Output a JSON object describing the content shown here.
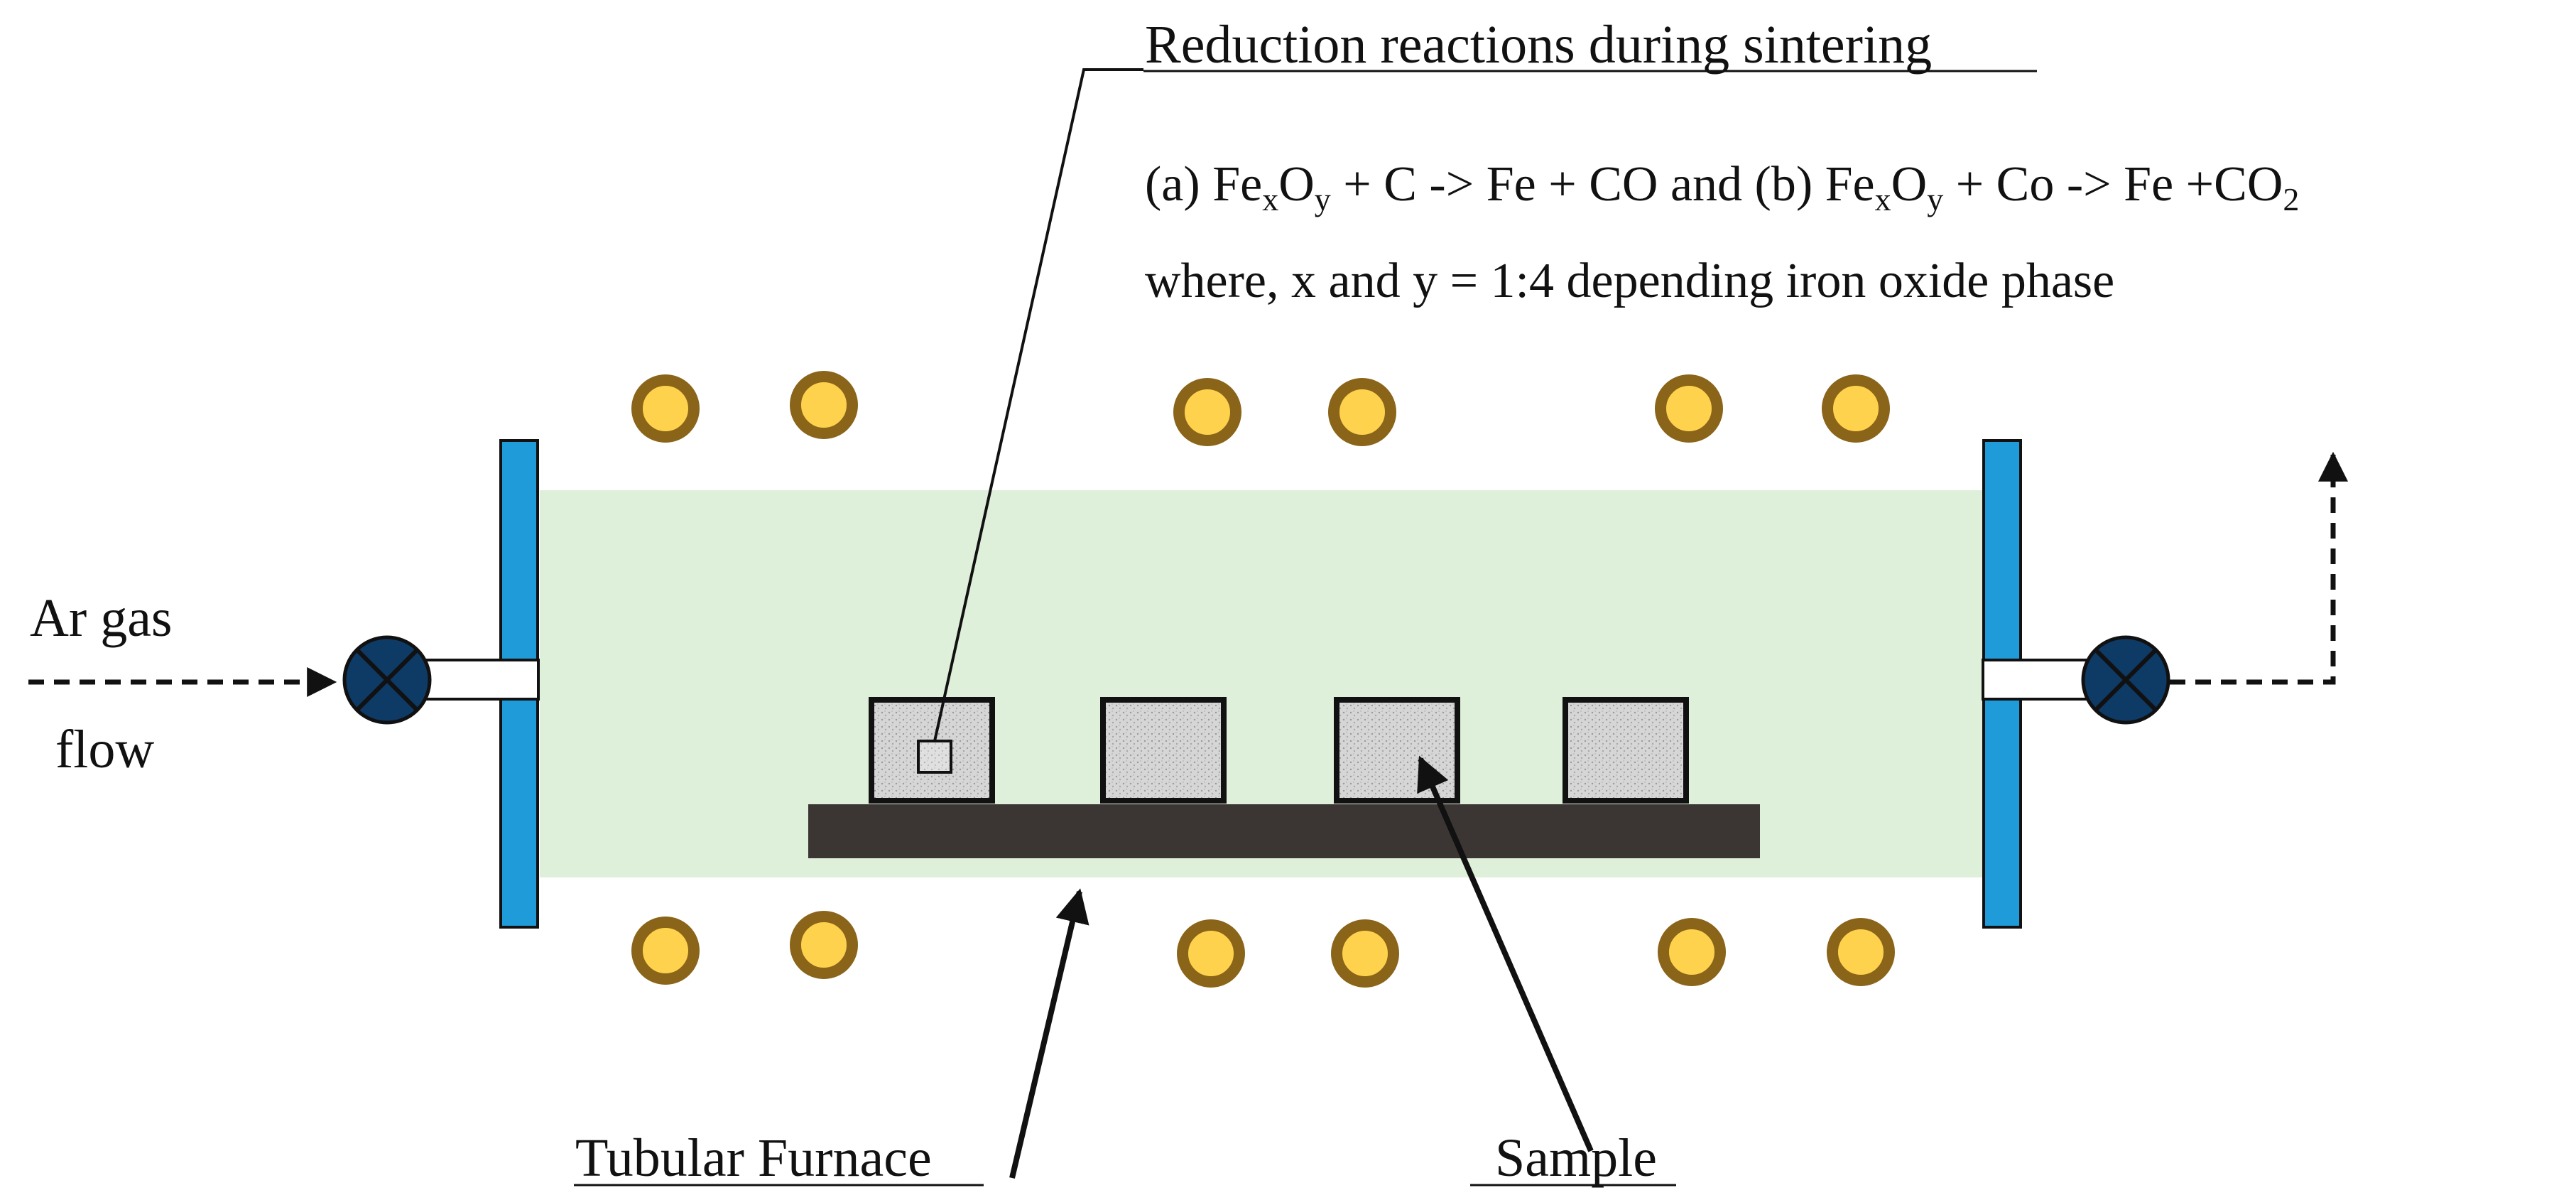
{
  "title": "Reduction reactions during sintering",
  "equation": {
    "a_prefix": "(a) Fe",
    "a_sub1": "x",
    "a_mid": "O",
    "a_sub2": "y",
    "a_rest": " + C -> Fe + CO and (b) Fe",
    "b_sub1": "x",
    "b_mid": "O",
    "b_sub2": "y",
    "b_rest": " + Co -> Fe +CO",
    "b_sub3": "2"
  },
  "note": "where, x and y = 1:4 depending iron oxide phase",
  "labels": {
    "gas_line1": "Ar gas",
    "gas_line2": "flow",
    "furnace": "Tubular Furnace",
    "sample": "Sample"
  },
  "colors": {
    "tube_fill": "#dff0da",
    "end_cap": "#1f9bd9",
    "valve": "#0e3a66",
    "heater_ring": "#8a6419",
    "heater_core": "#ffd24d",
    "boat": "#3b3634",
    "sample_fill": "#d9d9d9",
    "text": "#111111"
  },
  "icons": [
    "valve-icon",
    "heater-coil-icon",
    "arrow-icon"
  ]
}
